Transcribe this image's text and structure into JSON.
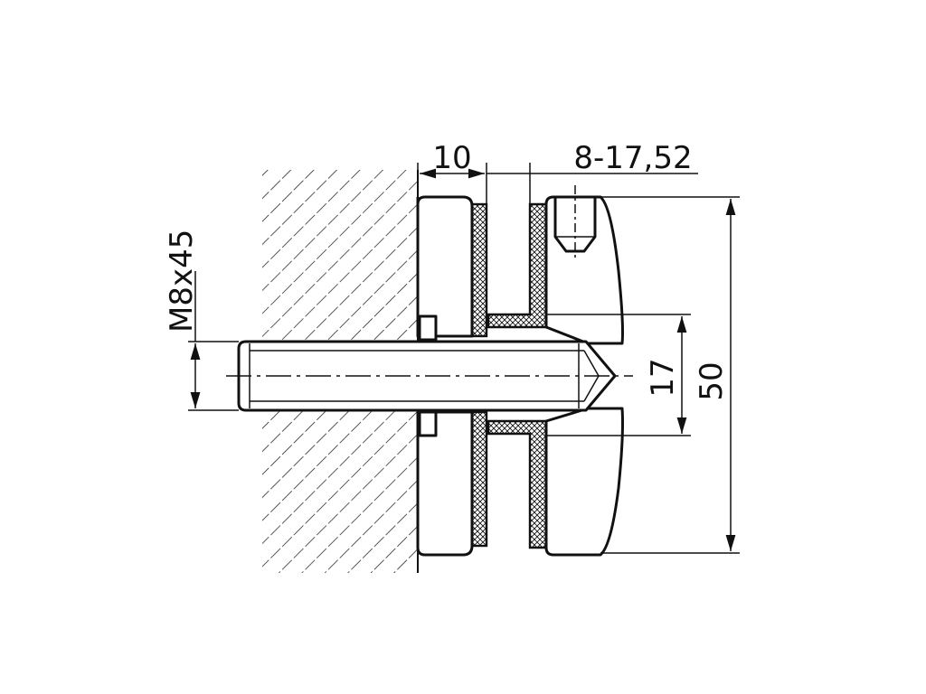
{
  "drawing": {
    "labels": {
      "plate_width": "10",
      "glass_range": "8-17,52",
      "thread": "M8x45",
      "inner_diameter": "17",
      "outer_diameter": "50"
    },
    "colors": {
      "line": "#111111",
      "background": "#ffffff"
    }
  }
}
